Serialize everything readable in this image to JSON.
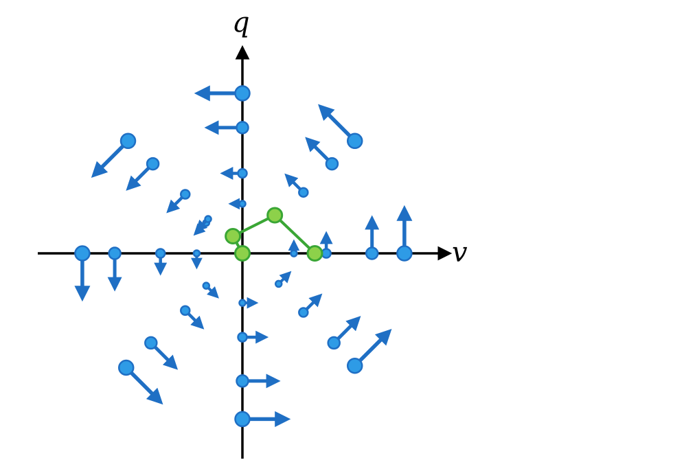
{
  "diagram": {
    "type": "vector-field",
    "axes": {
      "horizontal_label": "v",
      "vertical_label": "q"
    },
    "colors": {
      "field": "#1f6fc4",
      "field_fill": "#2e9be6",
      "axis": "#000000",
      "path": "#3aa635",
      "path_fill": "#8dd14a",
      "background": "#ffffff"
    },
    "field_points": [
      {
        "u": 0,
        "w": 4.2,
        "du": -1.1,
        "dw": 0,
        "size": "large"
      },
      {
        "u": 0,
        "w": 3.3,
        "du": -0.85,
        "dw": 0,
        "size": "medium"
      },
      {
        "u": 0,
        "w": 2.1,
        "du": -0.45,
        "dw": 0,
        "size": "small"
      },
      {
        "u": 0,
        "w": 1.3,
        "du": -0.25,
        "dw": 0,
        "size": "tiny"
      },
      {
        "u": 2.95,
        "w": 2.95,
        "du": -0.85,
        "dw": 0.85,
        "size": "large"
      },
      {
        "u": 2.35,
        "w": 2.35,
        "du": -0.6,
        "dw": 0.6,
        "size": "medium"
      },
      {
        "u": 1.6,
        "w": 1.6,
        "du": -0.4,
        "dw": 0.4,
        "size": "small"
      },
      {
        "u": -3.0,
        "w": 2.95,
        "du": -0.85,
        "dw": -0.85,
        "size": "large"
      },
      {
        "u": -2.35,
        "w": 2.35,
        "du": -0.6,
        "dw": -0.6,
        "size": "medium"
      },
      {
        "u": -1.5,
        "w": 1.55,
        "du": -0.4,
        "dw": -0.4,
        "size": "small"
      },
      {
        "u": -0.95,
        "w": 0.8,
        "du": -0.25,
        "dw": -0.25,
        "size": "tiny"
      },
      {
        "u": -4.2,
        "w": 0,
        "du": 0,
        "dw": -1.1,
        "size": "large"
      },
      {
        "u": -3.35,
        "w": 0,
        "du": 0,
        "dw": -0.85,
        "size": "medium"
      },
      {
        "u": -2.15,
        "w": 0,
        "du": 0,
        "dw": -0.45,
        "size": "small"
      },
      {
        "u": -1.2,
        "w": 0,
        "du": 0,
        "dw": -0.3,
        "size": "tiny"
      },
      {
        "u": 1.35,
        "w": 0,
        "du": 0,
        "dw": 0.25,
        "size": "tiny"
      },
      {
        "u": 2.2,
        "w": 0,
        "du": 0,
        "dw": 0.45,
        "size": "small"
      },
      {
        "u": 3.4,
        "w": 0,
        "du": 0,
        "dw": 0.85,
        "size": "medium"
      },
      {
        "u": 4.25,
        "w": 0,
        "du": 0,
        "dw": 1.1,
        "size": "large"
      },
      {
        "u": 0,
        "w": -1.3,
        "du": 0.3,
        "dw": 0,
        "size": "tiny"
      },
      {
        "u": 0,
        "w": -2.2,
        "du": 0.55,
        "dw": 0,
        "size": "small"
      },
      {
        "u": 0,
        "w": -3.35,
        "du": 0.85,
        "dw": 0,
        "size": "medium"
      },
      {
        "u": 0,
        "w": -4.35,
        "du": 1.1,
        "dw": 0,
        "size": "large"
      },
      {
        "u": 0.95,
        "w": -0.8,
        "du": 0.25,
        "dw": 0.25,
        "size": "tiny"
      },
      {
        "u": 1.6,
        "w": -1.55,
        "du": 0.4,
        "dw": 0.4,
        "size": "small"
      },
      {
        "u": 2.4,
        "w": -2.35,
        "du": 0.6,
        "dw": 0.6,
        "size": "medium"
      },
      {
        "u": 2.95,
        "w": -2.95,
        "du": 0.85,
        "dw": 0.85,
        "size": "large"
      },
      {
        "u": -0.9,
        "w": 0.9,
        "du": -0.25,
        "dw": -0.25,
        "size": "tiny"
      },
      {
        "u": -1.5,
        "w": -1.5,
        "du": 0.4,
        "dw": -0.4,
        "size": "small"
      },
      {
        "u": -2.4,
        "w": -2.35,
        "du": 0.6,
        "dw": -0.6,
        "size": "medium"
      },
      {
        "u": -3.05,
        "w": -3.0,
        "du": 0.85,
        "dw": -0.85,
        "size": "large"
      },
      {
        "u": -0.95,
        "w": -0.85,
        "du": 0.25,
        "dw": -0.25,
        "size": "tiny"
      }
    ],
    "path_points": [
      {
        "u": -0.25,
        "w": 0.45
      },
      {
        "u": 0,
        "w": 0
      },
      {
        "u": -0.25,
        "w": 0.45
      },
      {
        "u": 0.85,
        "w": 1.0
      },
      {
        "u": 1.9,
        "w": 0
      }
    ]
  }
}
